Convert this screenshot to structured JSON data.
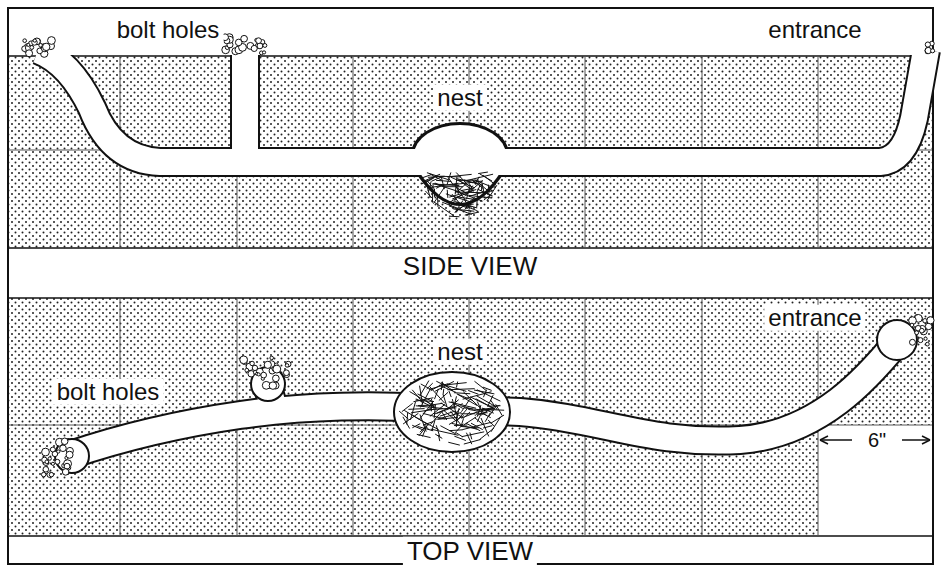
{
  "diagram": {
    "labels": [
      "bolt holes",
      "entrance",
      "nest",
      "SIDE VIEW",
      "entrance",
      "bolt holes",
      "nest",
      "TOP VIEW",
      "6\""
    ]
  }
}
